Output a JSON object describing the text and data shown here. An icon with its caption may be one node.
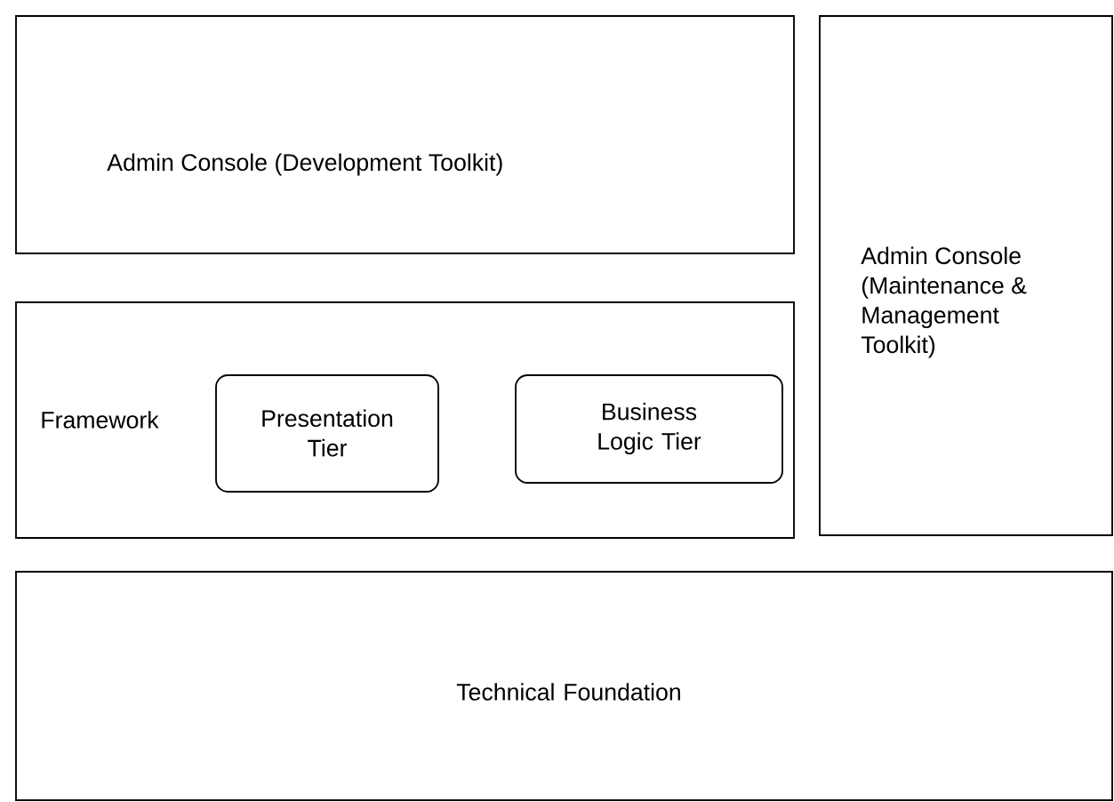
{
  "diagram": {
    "nodes": [
      {
        "text": [
          "Admin Console (Development Toolkit)"
        ]
      },
      {
        "text": [
          "Admin Console (Maintenance & Management Toolkit)"
        ]
      },
      {
        "text": [
          "Framework"
        ]
      },
      {
        "text": [
          "Presentation Tier"
        ],
        "in": 2
      },
      {
        "text": [
          "Business Logic Tier"
        ],
        "in": 2
      },
      {
        "text": [
          "Technical Foundation"
        ]
      }
    ],
    "edges": []
  }
}
